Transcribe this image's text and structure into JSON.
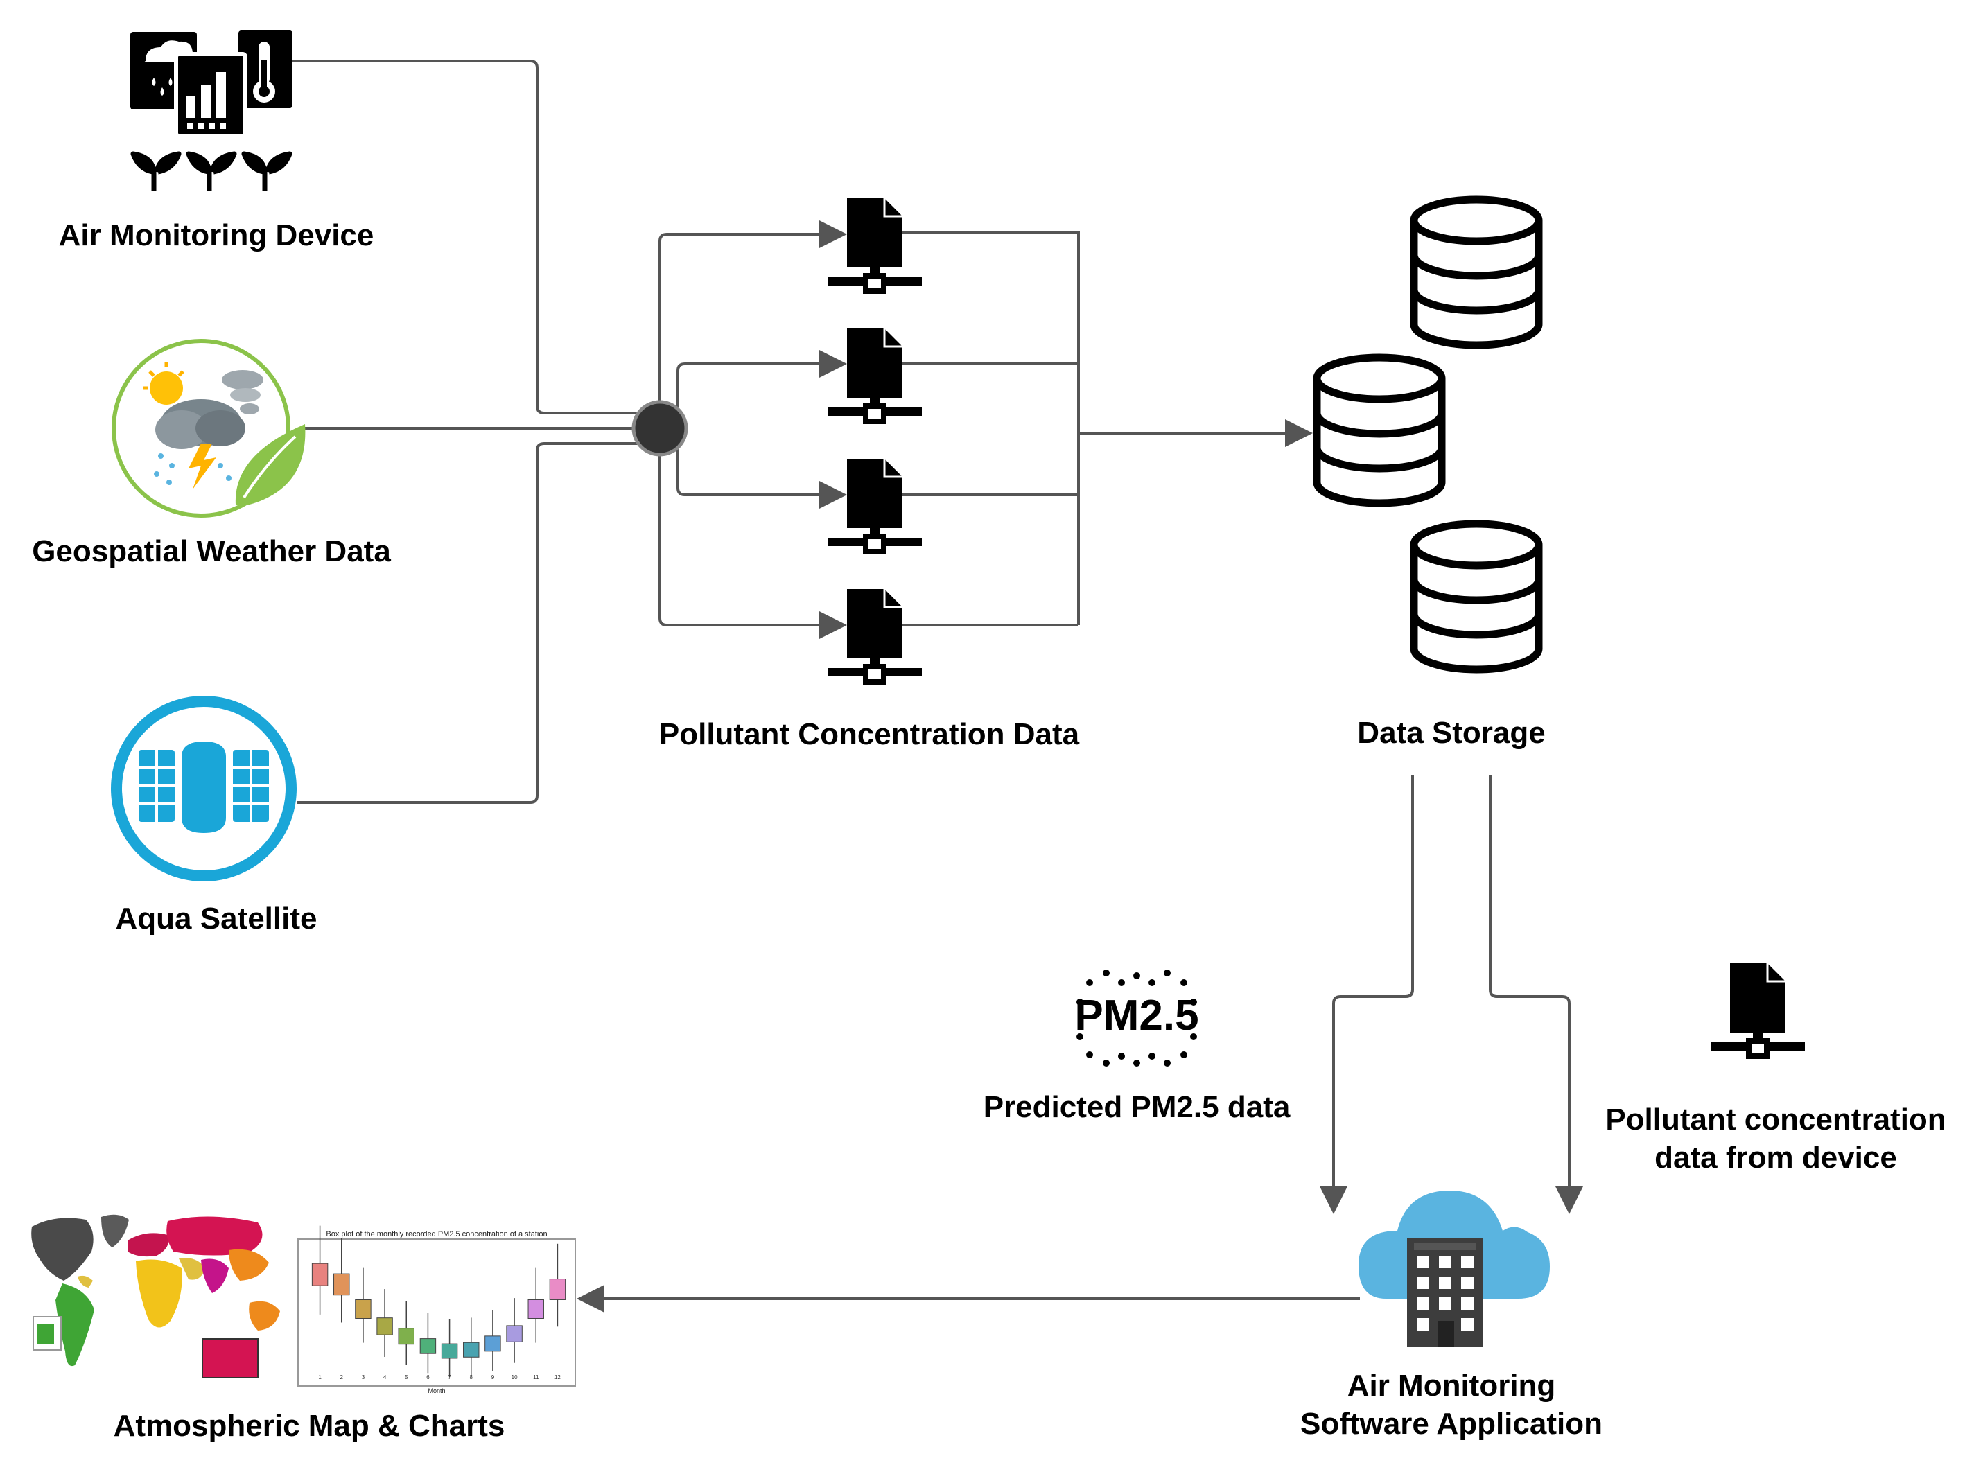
{
  "labels": {
    "air_device": "Air Monitoring Device",
    "weather": "Geospatial Weather Data",
    "satellite": "Aqua Satellite",
    "pollutant": "Pollutant Concentration Data",
    "storage": "Data Storage",
    "predicted": "Predicted PM2.5 data",
    "pm_icon": "PM2.5",
    "device_data_line1": "Pollutant concentration",
    "device_data_line2": "data from device",
    "app_line1": "Air Monitoring",
    "app_line2": "Software Application",
    "maps": "Atmospheric Map & Charts"
  },
  "chart_thumbnail": {
    "title": "Box plot of the monthly recorded PM2.5 concentration of a station",
    "xlabel": "Month",
    "categories": [
      "1",
      "2",
      "3",
      "4",
      "5",
      "6",
      "7",
      "8",
      "9",
      "10",
      "11",
      "12"
    ]
  },
  "colors": {
    "wire": "#555555",
    "junction": "#333333",
    "satellite": "#1aa6d8",
    "weather_ring": "#8bc34a",
    "cloud": "#5ab4e0",
    "box_colors": [
      "#e8827f",
      "#e0935a",
      "#c9a24b",
      "#a8a845",
      "#7fb04c",
      "#4fb07a",
      "#48a99a",
      "#4aa3b0",
      "#5c9fd6",
      "#a89be0",
      "#d38ee0",
      "#e98cc6"
    ]
  }
}
